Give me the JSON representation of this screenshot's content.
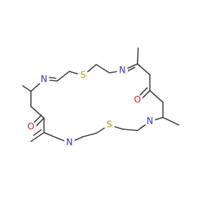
{
  "colors": {
    "bond": "#3a3a3a",
    "background": "#ffffff",
    "N": "#3333cc",
    "O": "#cc1f1f",
    "S": "#b8a200"
  },
  "atoms": {
    "n1": "N",
    "n2": "N",
    "n3": "N",
    "n4": "N",
    "o1": "O",
    "o2": "O",
    "s1": "S",
    "s2": "S"
  }
}
